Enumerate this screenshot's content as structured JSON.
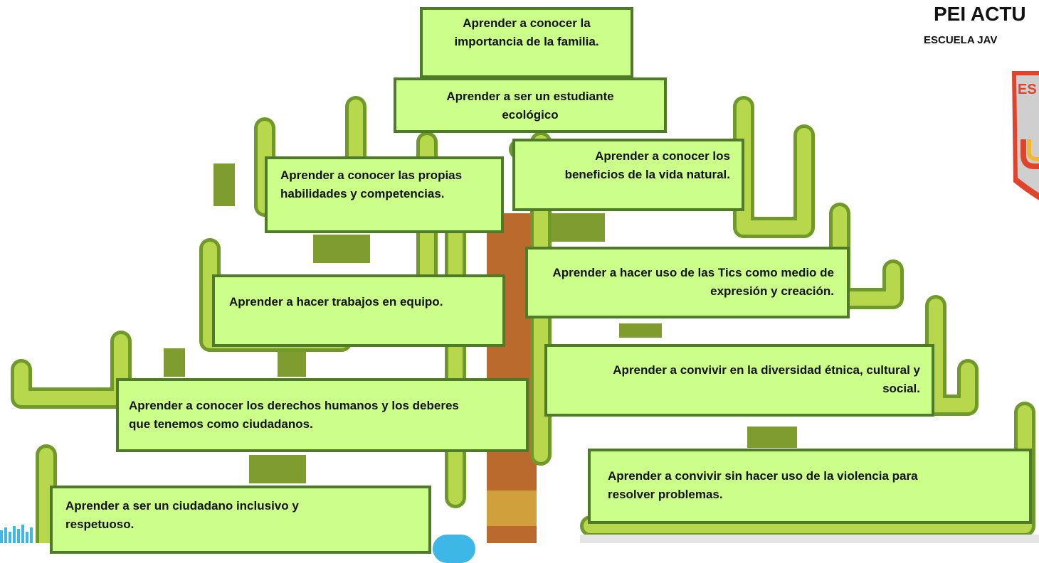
{
  "header": {
    "title": "PEI ACTU",
    "subtitle": "ESCUELA JAV"
  },
  "crest": {
    "text": "ES"
  },
  "colors": {
    "box_fill": "#ccff8a",
    "box_border": "#4f7a2a",
    "branch_light": "#b7d84c",
    "branch_dark": "#7f9c2e",
    "trunk": "#b96a2c",
    "crest_red": "#e0442b",
    "crest_gray": "#cfcfcf",
    "accent_blue": "#3db7e6"
  },
  "boxes": [
    {
      "id": "familia",
      "text": "Aprender a conocer la importancia de la familia."
    },
    {
      "id": "ecologico",
      "text": "Aprender a ser un estudiante ecológico"
    },
    {
      "id": "habilidades",
      "text": "Aprender a conocer las propias habilidades y competencias."
    },
    {
      "id": "vida-natural",
      "text": "Aprender a conocer los beneficios de la vida natural."
    },
    {
      "id": "equipo",
      "text": "Aprender a hacer trabajos en equipo."
    },
    {
      "id": "tics",
      "text": "Aprender a hacer uso de las Tics como medio de expresión y creación."
    },
    {
      "id": "diversidad",
      "text": "Aprender a convivir en la diversidad étnica, cultural y social."
    },
    {
      "id": "derechos",
      "text": "Aprender a conocer los derechos humanos y los deberes que tenemos como ciudadanos."
    },
    {
      "id": "violencia",
      "text": "Aprender a convivir sin hacer uso de la violencia para resolver problemas."
    },
    {
      "id": "inclusivo",
      "text": "Aprender a ser un ciudadano inclusivo y respetuoso."
    }
  ]
}
